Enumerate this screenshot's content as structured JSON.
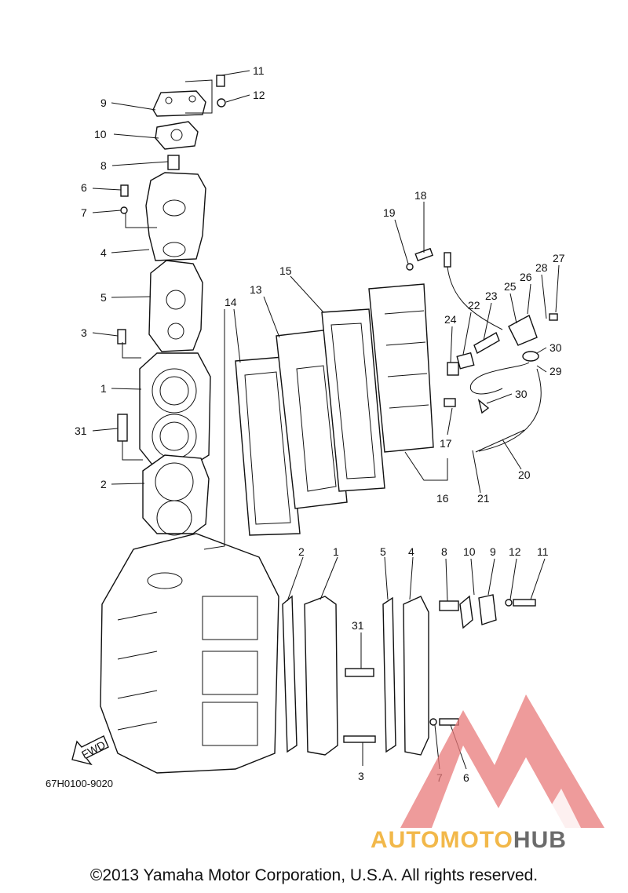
{
  "callouts": [
    {
      "num": "11"
    },
    {
      "num": "12"
    },
    {
      "num": "9"
    },
    {
      "num": "10"
    },
    {
      "num": "8"
    },
    {
      "num": "6"
    },
    {
      "num": "7"
    },
    {
      "num": "4"
    },
    {
      "num": "5"
    },
    {
      "num": "3"
    },
    {
      "num": "1"
    },
    {
      "num": "31"
    },
    {
      "num": "2"
    },
    {
      "num": "18"
    },
    {
      "num": "19"
    },
    {
      "num": "13"
    },
    {
      "num": "15"
    },
    {
      "num": "14"
    },
    {
      "num": "22"
    },
    {
      "num": "23"
    },
    {
      "num": "25"
    },
    {
      "num": "26"
    },
    {
      "num": "28"
    },
    {
      "num": "27"
    },
    {
      "num": "24"
    },
    {
      "num": "30"
    },
    {
      "num": "29"
    },
    {
      "num": "30"
    },
    {
      "num": "17"
    },
    {
      "num": "20"
    },
    {
      "num": "16"
    },
    {
      "num": "21"
    },
    {
      "num": "2"
    },
    {
      "num": "1"
    },
    {
      "num": "5"
    },
    {
      "num": "4"
    },
    {
      "num": "8"
    },
    {
      "num": "10"
    },
    {
      "num": "9"
    },
    {
      "num": "12"
    },
    {
      "num": "11"
    },
    {
      "num": "31"
    },
    {
      "num": "3"
    },
    {
      "num": "7"
    },
    {
      "num": "6"
    }
  ],
  "fwd_label": "FWD",
  "part_code": "67H0100-9020",
  "copyright": "©2013 Yamaha Motor Corporation, U.S.A. All rights reserved.",
  "watermark": {
    "word1": "AUTOMOTO",
    "word2": "HUB"
  },
  "colors": {
    "watermark_red": "#e87a7a",
    "watermark_orange": "#f2b84a",
    "watermark_gray": "#6b6b6b"
  }
}
